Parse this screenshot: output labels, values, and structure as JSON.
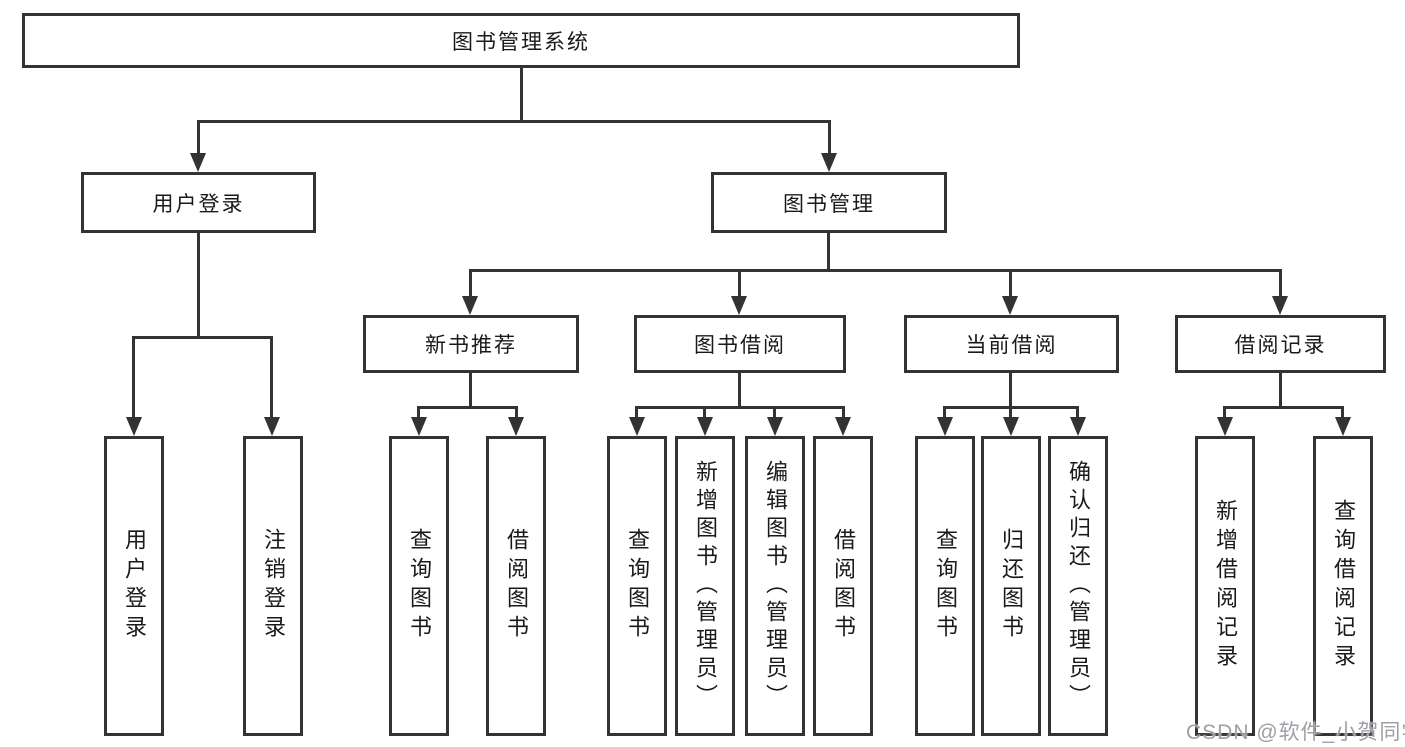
{
  "diagram_title": "图书管理系统",
  "level2": {
    "login": "用户登录",
    "management": "图书管理"
  },
  "level3": {
    "new_books": "新书推荐",
    "borrowing": "图书借阅",
    "current_borrow": "当前借阅",
    "borrow_records": "借阅记录"
  },
  "leaves": {
    "login": [
      "用户登录",
      "注销登录"
    ],
    "new_books": [
      "查询图书",
      "借阅图书"
    ],
    "borrowing": [
      "查询图书",
      "新增图书（管理员）",
      "编辑图书（管理员）",
      "借阅图书"
    ],
    "current_borrow": [
      "查询图书",
      "归还图书",
      "确认归还（管理员）"
    ],
    "borrow_records": [
      "新增借阅记录",
      "查询借阅记录"
    ]
  },
  "watermark": "CSDN @软件_小贺同学",
  "colors": {
    "line": "#333333",
    "text": "#1a1a1a",
    "watermark": "#9fa0a6",
    "background": "#ffffff"
  }
}
